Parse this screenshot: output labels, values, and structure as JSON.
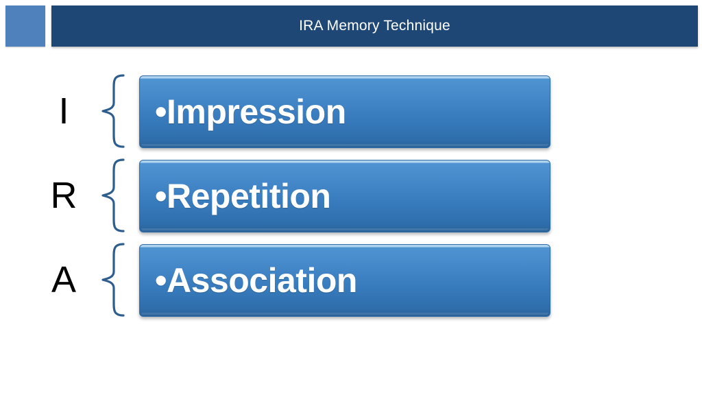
{
  "slide": {
    "background_color": "#FFFFFF",
    "header": {
      "title": "IRA Memory Technique",
      "title_bar_color": "#1F4776",
      "accent_square_color": "#4F81BD",
      "title_color": "#FFFFFF"
    },
    "rows": [
      {
        "letter": "I",
        "brace_icon": "left-curly-brace-icon",
        "bullet": "•",
        "text": "Impression",
        "box_color_top": "#4E93D2",
        "box_color_bottom": "#2B6399",
        "text_color": "#FFFFFF"
      },
      {
        "letter": "R",
        "brace_icon": "left-curly-brace-icon",
        "bullet": "•",
        "text": "Repetition",
        "box_color_top": "#4E93D2",
        "box_color_bottom": "#2B6399",
        "text_color": "#FFFFFF"
      },
      {
        "letter": "A",
        "brace_icon": "left-curly-brace-icon",
        "bullet": "•",
        "text": "Association",
        "box_color_top": "#4E93D2",
        "box_color_bottom": "#2B6399",
        "text_color": "#FFFFFF"
      }
    ]
  }
}
